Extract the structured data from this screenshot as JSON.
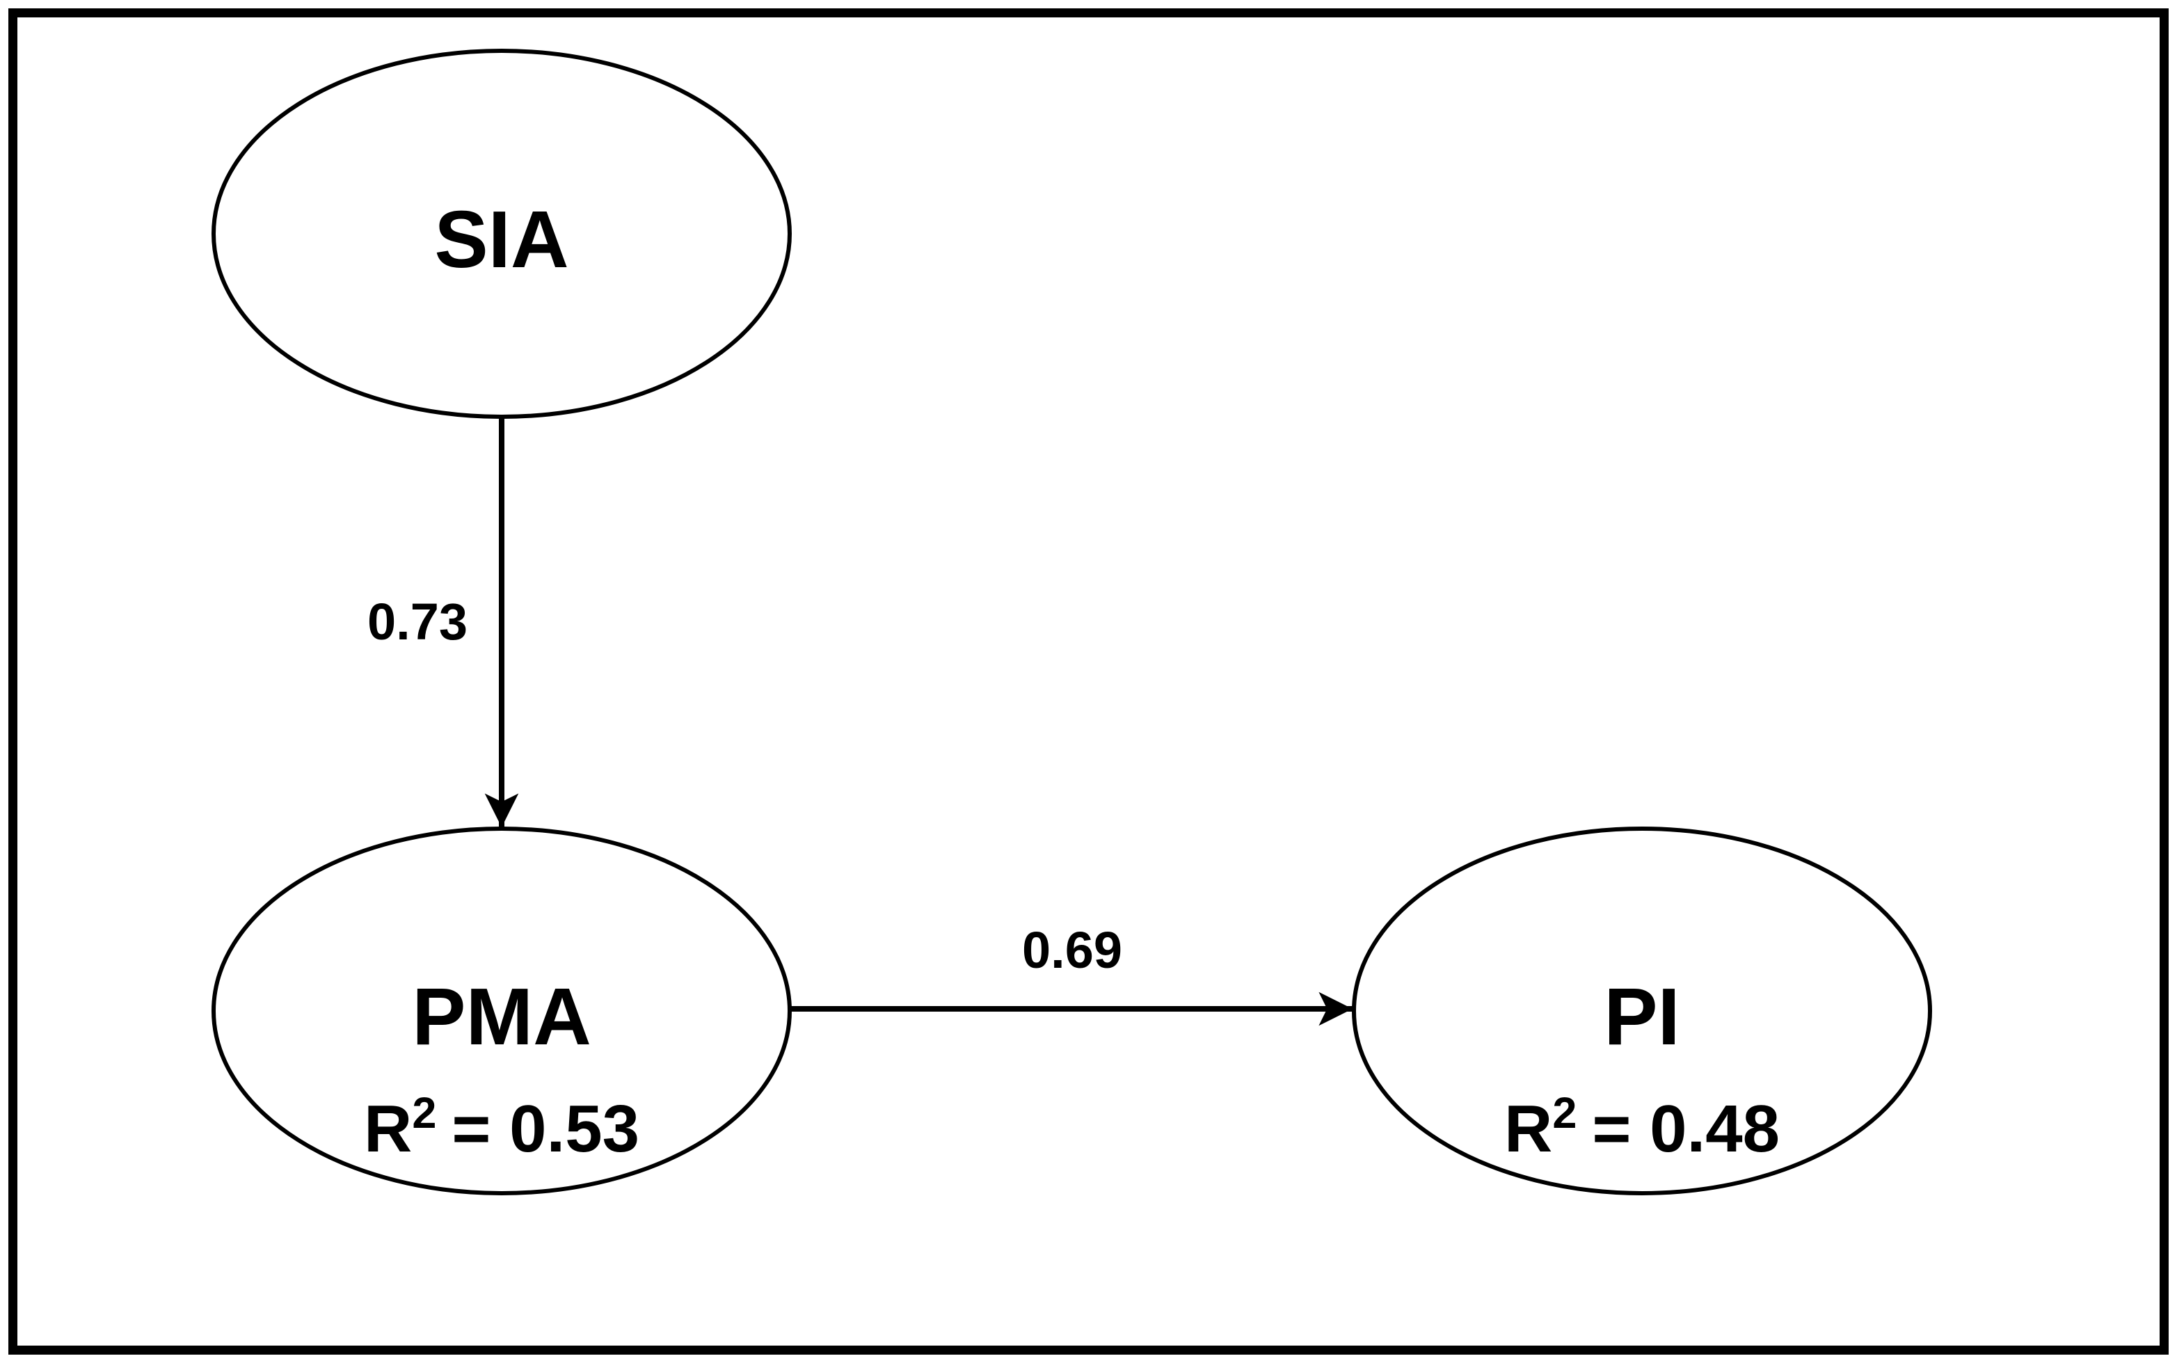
{
  "figure": {
    "type": "sem-path-diagram",
    "colors": {
      "background": "#ffffff",
      "stroke": "#000000",
      "text": "#000000"
    },
    "nodes": [
      {
        "id": "SIA",
        "label": "SIA"
      },
      {
        "id": "PMA",
        "label": "PMA",
        "r2_base": "R",
        "r2_sup": "2",
        "r2_eq": "= 0.53"
      },
      {
        "id": "PI",
        "label": "PI",
        "r2_base": "R",
        "r2_sup": "2",
        "r2_eq": "= 0.48"
      }
    ],
    "edges": [
      {
        "from": "SIA",
        "to": "PMA",
        "label": "0.73"
      },
      {
        "from": "PMA",
        "to": "PI",
        "label": "0.69"
      }
    ]
  }
}
